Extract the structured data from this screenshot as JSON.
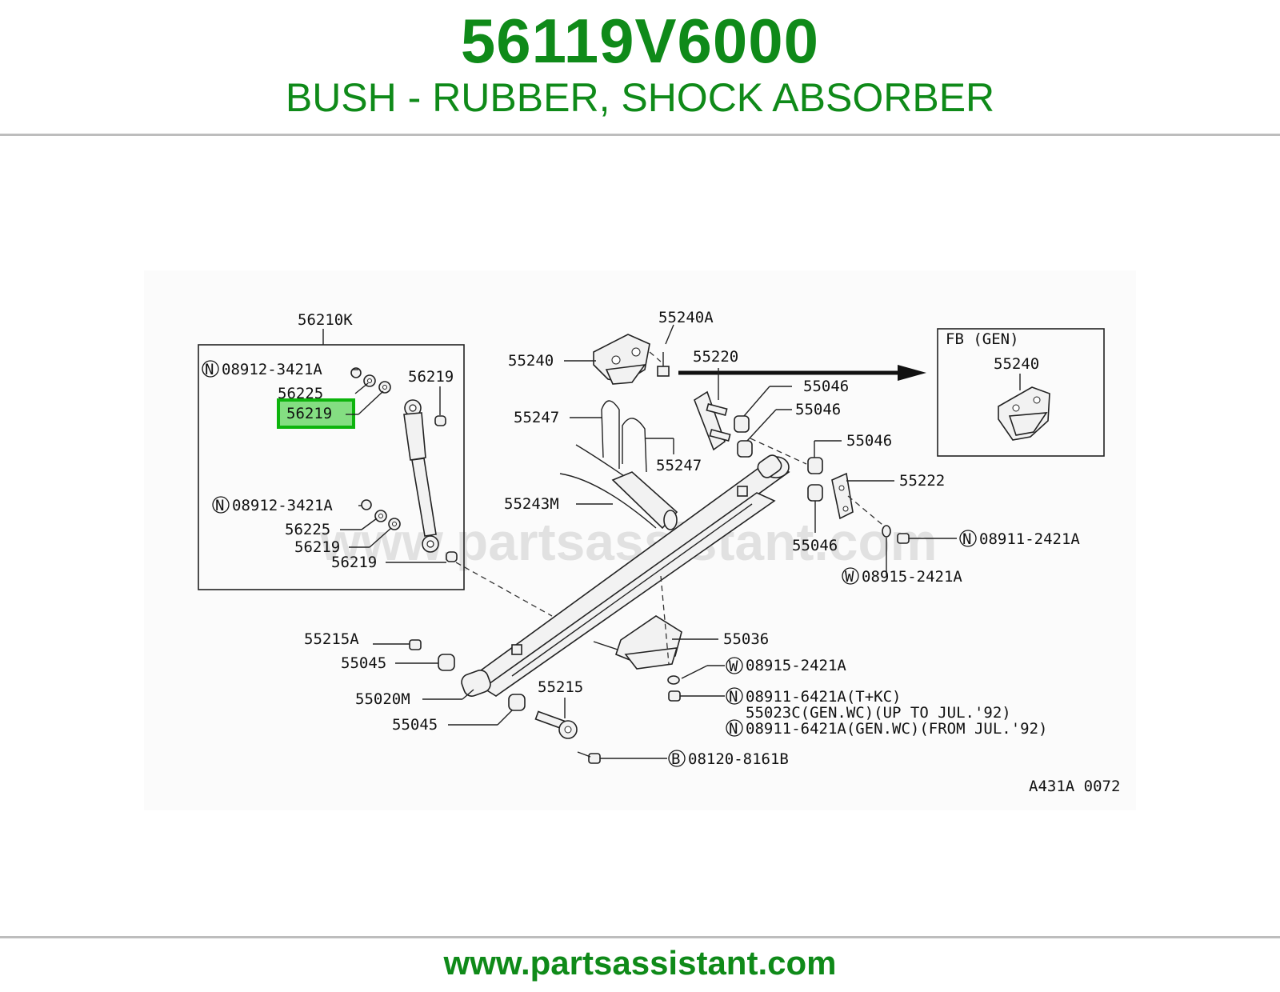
{
  "header": {
    "part_number": "56119V6000",
    "part_name": "BUSH - RUBBER, SHOCK ABSORBER"
  },
  "footer": {
    "site": "www.partsassistant.com"
  },
  "watermark": "www.partsassistant.com",
  "colors": {
    "brand_green": "#0f8a19",
    "highlight_green": "#22c21f",
    "rule_gray": "#bdbdbd"
  },
  "diagram": {
    "code": "A431A 0072",
    "inset_box_label": "FB (GEN)",
    "highlighted_label": "56219",
    "labels": {
      "l56210K": "56210K",
      "l08912_3421A_top": "08912-3421A",
      "l56225_top": "56225",
      "l56219_top": "56219",
      "l08912_3421A_mid": "08912-3421A",
      "l56225_mid": "56225",
      "l56219_mid": "56219",
      "l56219_low": "56219",
      "l55240": "55240",
      "l55240A": "55240A",
      "l55220": "55220",
      "l55046_a": "55046",
      "l55046_b": "55046",
      "l55046_c": "55046",
      "l55046_d": "55046",
      "l55222": "55222",
      "l55247_a": "55247",
      "l55247_b": "55247",
      "l55243M": "55243M",
      "l08911_2421A": "08911-2421A",
      "l08915_2421A_a": "08915-2421A",
      "l55215A": "55215A",
      "l55045_a": "55045",
      "l55020M": "55020M",
      "l55045_b": "55045",
      "l55215": "55215",
      "l55036": "55036",
      "l08915_2421A_b": "08915-2421A",
      "l08911_6421A_tkc": "08911-6421A(T+KC)",
      "l55023C": "55023C(GEN.WC)(UP TO JUL.'92)",
      "l08911_6421A_gen": "08911-6421A(GEN.WC)(FROM JUL.'92)",
      "l08120_8161B": "08120-8161B",
      "l55240_inset": "55240"
    },
    "symbols": {
      "N": "N",
      "W": "W",
      "B": "B"
    }
  }
}
